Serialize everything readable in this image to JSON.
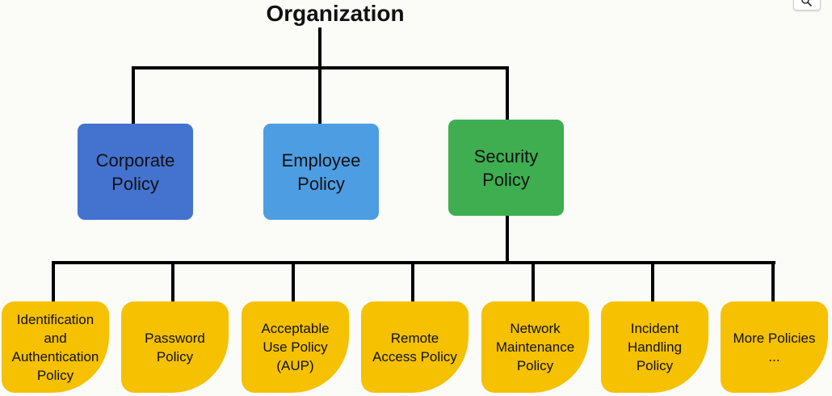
{
  "title": "Organization",
  "colors": {
    "corporate": "#4472cf",
    "employee": "#4d9de3",
    "security": "#3eae51",
    "leaf": "#f5c101",
    "connector": "#000000"
  },
  "top_level": [
    {
      "label": "Corporate\nPolicy"
    },
    {
      "label": "Employee\nPolicy"
    },
    {
      "label": "Security\nPolicy"
    }
  ],
  "security_children": [
    {
      "label": "Identification\nand\nAuthentication\nPolicy"
    },
    {
      "label": "Password\nPolicy"
    },
    {
      "label": "Acceptable\nUse Policy\n(AUP)"
    },
    {
      "label": "Remote\nAccess Policy"
    },
    {
      "label": "Network\nMaintenance\nPolicy"
    },
    {
      "label": "Incident\nHandling\nPolicy"
    },
    {
      "label": "More Policies\n..."
    }
  ],
  "zoom_icon": "magnifier-icon"
}
